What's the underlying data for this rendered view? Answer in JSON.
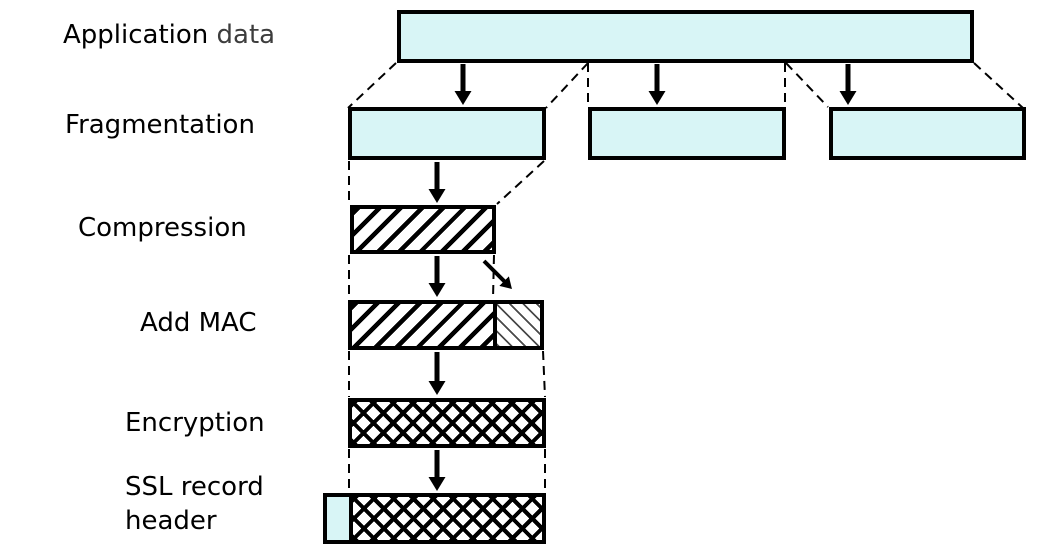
{
  "colors": {
    "box_fill": "#d8f5f6",
    "outline": "#000000",
    "secondary_text": "#3d3d3d",
    "thin_hatch": "#4a4a4a"
  },
  "labels": {
    "application_prefix": "Application",
    "application_suffix": "data",
    "fragmentation": "Fragmentation",
    "compression": "Compression",
    "add_mac": "Add MAC",
    "encryption": "Encryption",
    "ssl_record_header_line1": "SSL record",
    "ssl_record_header_line2": "header"
  }
}
